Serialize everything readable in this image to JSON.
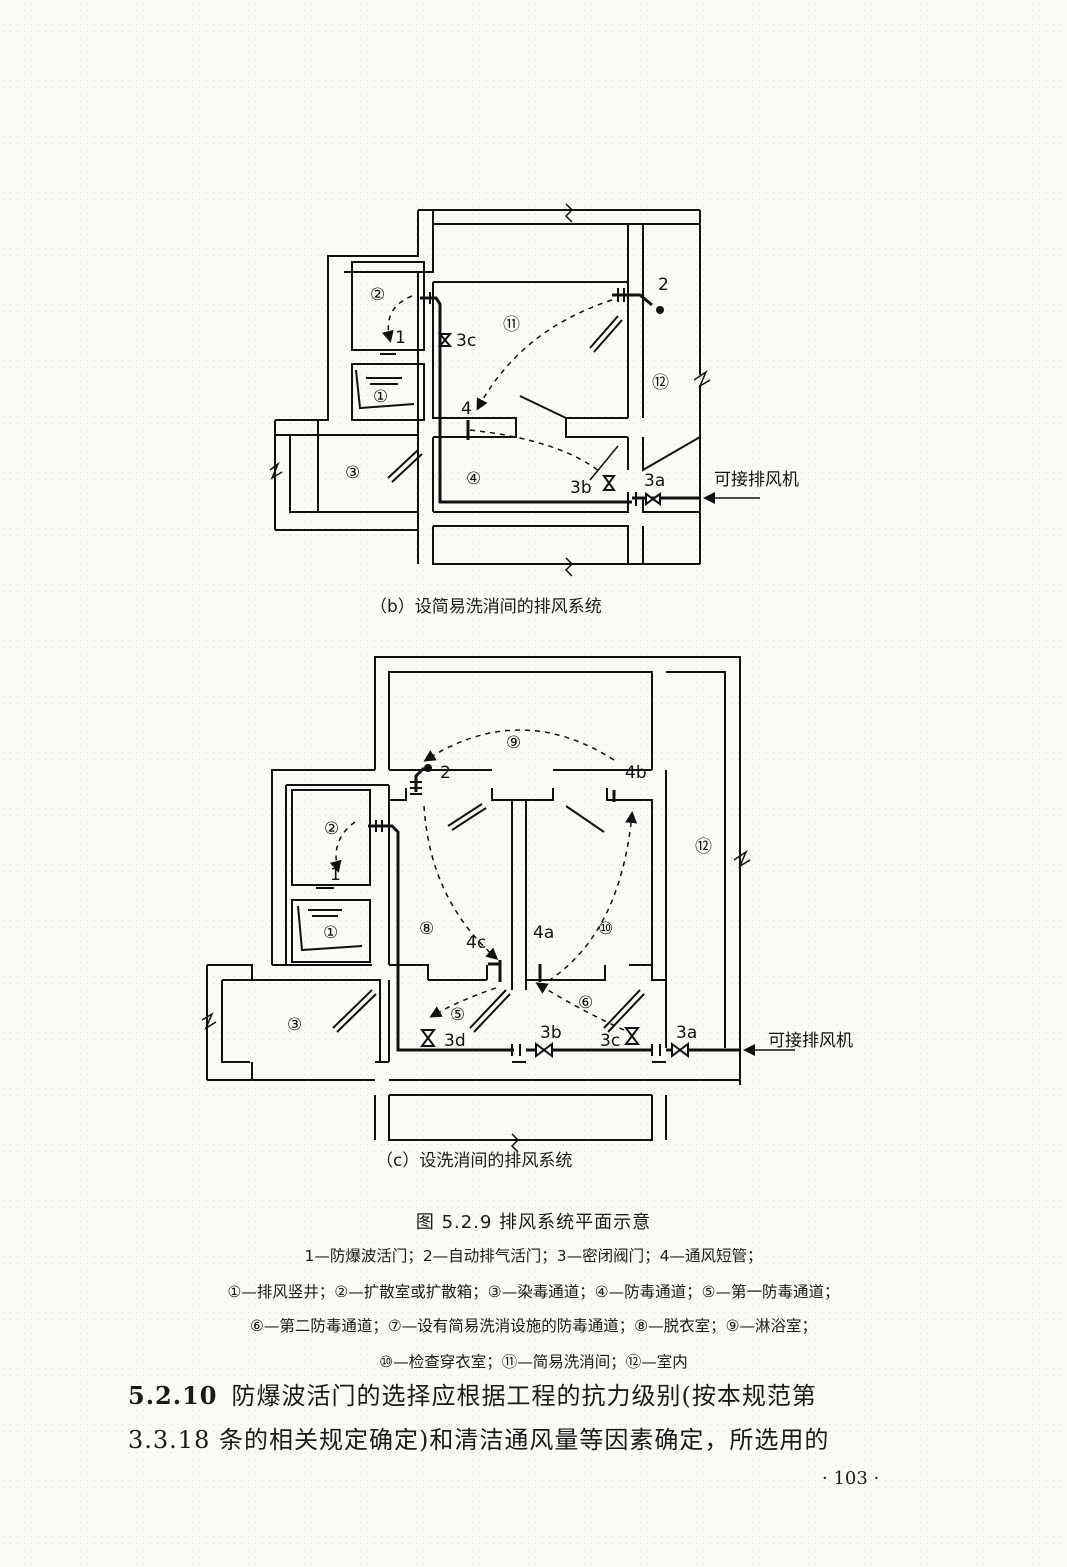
{
  "figure_b": {
    "caption": "（b）设简易洗消间的排风系统",
    "rooms": {
      "r1": "①",
      "r2": "②",
      "r3": "③",
      "r4": "④",
      "r11": "⑪",
      "r12": "⑫"
    },
    "parts": {
      "p1": "1",
      "p2": "2",
      "p3a": "3a",
      "p3b": "3b",
      "p3c": "3c",
      "p4": "4"
    },
    "fan_label": "可接排风机"
  },
  "figure_c": {
    "caption": "（c）设洗消间的排风系统",
    "rooms": {
      "r1": "①",
      "r2": "②",
      "r3": "③",
      "r5": "⑤",
      "r6": "⑥",
      "r8": "⑧",
      "r9": "⑨",
      "r10": "⑩",
      "r12": "⑫"
    },
    "parts": {
      "p1": "1",
      "p2": "2",
      "p3a": "3a",
      "p3b": "3b",
      "p3c": "3c",
      "p3d": "3d",
      "p4a": "4a",
      "p4b": "4b",
      "p4c": "4c"
    },
    "fan_label": "可接排风机"
  },
  "figure": {
    "title": "图 5.2.9   排风系统平面示意",
    "legend": [
      "1—防爆波活门；2—自动排气活门；3—密闭阀门；4—通风短管；",
      "①—排风竖井；②—扩散室或扩散箱；③—染毒通道；④—防毒通道；⑤—第一防毒通道；",
      "⑥—第二防毒通道；⑦—设有简易洗消设施的防毒通道；⑧—脱衣室；⑨—淋浴室；",
      "⑩—检查穿衣室；⑪—简易洗消间；⑫—室内"
    ]
  },
  "body": {
    "clause_number": "5.2.10",
    "line1": "防爆波活门的选择应根据工程的抗力级别(按本规范第",
    "line2": "3.3.18 条的相关规定确定)和清洁通风量等因素确定，所选用的"
  },
  "page_number": "· 103 ·"
}
